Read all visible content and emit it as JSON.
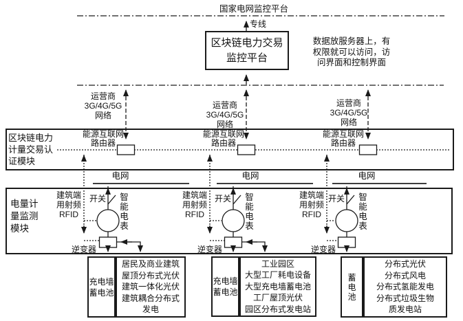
{
  "top": {
    "national_platform": "国家电网监控平台",
    "dedicated_line": "专线",
    "platform_box": "区块链电力交易\n监控平台",
    "server_note": "数据放服务器上，有\n权限就可以访问，访\n问界面和控制界面"
  },
  "shared": {
    "operator_network": "运营商\n3G/4G/5G\n网络",
    "energy_router": "能源互联网\n路由器",
    "power_grid": "电网",
    "rfid": "建筑端\n用射频\nRFID",
    "switch": "开关",
    "smart_meter": "智能电表",
    "inverter": "逆变器"
  },
  "modules": {
    "auth_module": "区块链电力\n计量交易认\n证模块",
    "metering_module": "电量计\n量监测\n模块"
  },
  "bottom_boxes": {
    "col1_storage": "充电墙\n蓄电池",
    "col1_load": "居民及商业建筑\n屋顶分布式光伏\n建筑一体化光伏\n建筑耦合分布式\n发电",
    "col2_storage": "充电墙\n蓄电池",
    "col2_load": "工业园区\n大型工厂耗电设备\n大型充电墙蓄电池\n工厂屋顶光伏\n园区分布式发电站",
    "col3_storage": "蓄电池",
    "col3_load": "分布式光伏\n分布式风电\n分布式氢能发电\n分布式垃圾生物\n质发电站"
  },
  "colors": {
    "line": "#1a1a1a",
    "background": "#ffffff"
  }
}
